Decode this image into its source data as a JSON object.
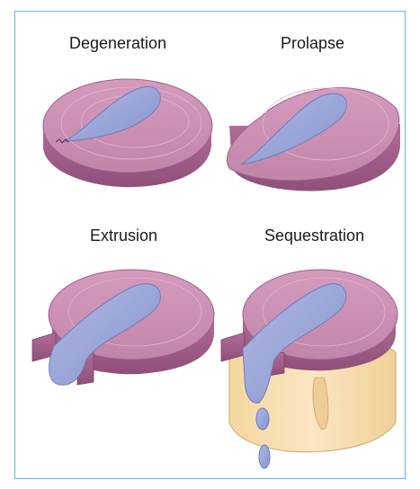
{
  "panels": [
    {
      "label": "Degeneration"
    },
    {
      "label": "Prolapse"
    },
    {
      "label": "Extrusion"
    },
    {
      "label": "Sequestration"
    }
  ],
  "colors": {
    "frame": "#63b4e6",
    "annulus_top": "#c98bb0",
    "annulus_side": "#a15c87",
    "nucleus": "#9ba6d8",
    "vertebra": "#f6ddb0"
  },
  "icons": [
    "intervertebral-disc",
    "nucleus-pulposus",
    "vertebral-body"
  ]
}
